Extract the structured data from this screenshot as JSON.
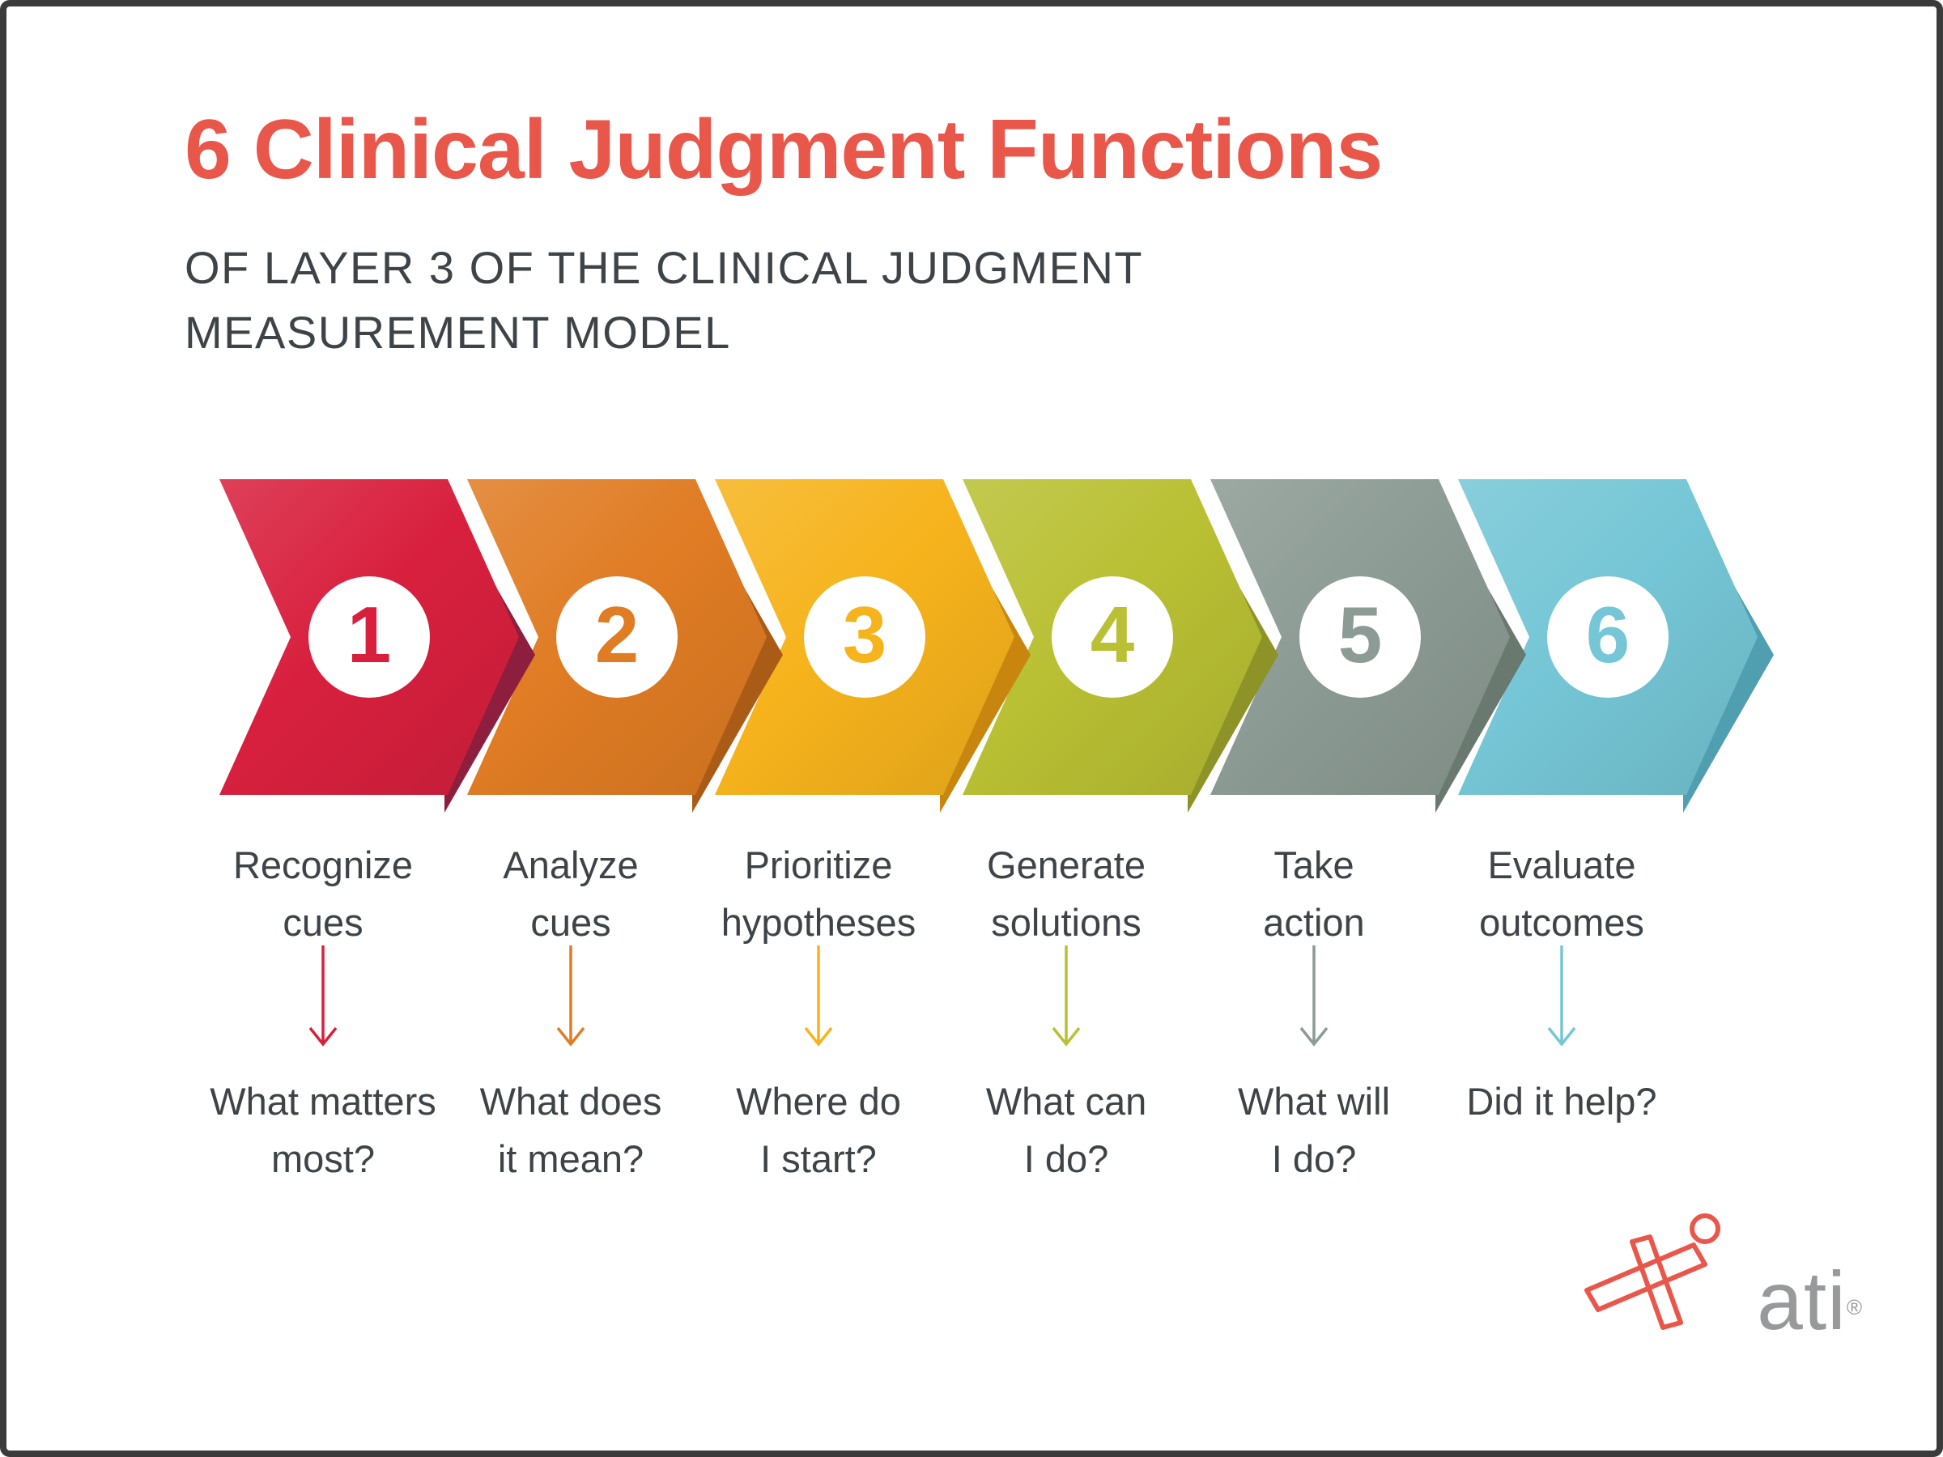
{
  "header": {
    "title": "6 Clinical Judgment Functions",
    "subtitle_lines": [
      "OF LAYER 3 OF THE CLINICAL JUDGMENT",
      "MEASUREMENT MODEL"
    ]
  },
  "colors": {
    "title": "#e9564a",
    "body_text": "#3e4347",
    "border": "#3b3b3b",
    "logo_red": "#e9564a",
    "logo_gray": "#97999b"
  },
  "steps": [
    {
      "number": "1",
      "label_lines": [
        "Recognize",
        "cues"
      ],
      "question_lines": [
        "What matters",
        "most?"
      ],
      "color": "#d8203e",
      "shadow_color": "#8d1e3e"
    },
    {
      "number": "2",
      "label_lines": [
        "Analyze",
        "cues"
      ],
      "question_lines": [
        "What does",
        "it mean?"
      ],
      "color": "#e07c24",
      "shadow_color": "#aa5c17"
    },
    {
      "number": "3",
      "label_lines": [
        "Prioritize",
        "hypotheses"
      ],
      "question_lines": [
        "Where do",
        "I start?"
      ],
      "color": "#f6b31c",
      "shadow_color": "#c8860f"
    },
    {
      "number": "4",
      "label_lines": [
        "Generate",
        "solutions"
      ],
      "question_lines": [
        "What can",
        "I do?"
      ],
      "color": "#b9c033",
      "shadow_color": "#8d9327"
    },
    {
      "number": "5",
      "label_lines": [
        "Take",
        "action"
      ],
      "question_lines": [
        "What will",
        "I do?"
      ],
      "color": "#8c9b94",
      "shadow_color": "#6a796f"
    },
    {
      "number": "6",
      "label_lines": [
        "Evaluate",
        "outcomes"
      ],
      "question_lines": [
        "Did it help?"
      ],
      "color": "#75c6d6",
      "shadow_color": "#4f9fb1"
    }
  ],
  "logo": {
    "text": "ati",
    "registered": "®"
  }
}
